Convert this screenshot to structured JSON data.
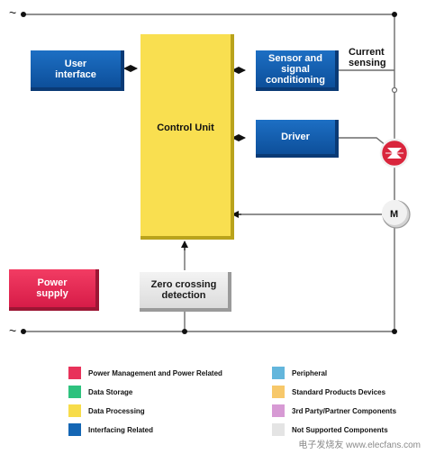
{
  "diagram": {
    "blocks": {
      "user_interface": "User\ninterface",
      "control_unit": "Control Unit",
      "sensor": "Sensor and\nsignal\nconditioning",
      "driver": "Driver",
      "zero_crossing": "Zero crossing\ndetection",
      "power_supply": "Power\nsupply"
    },
    "labels": {
      "current_sensing": "Current\nsensing",
      "motor": "M",
      "ac_top": "~",
      "ac_bottom": "~"
    }
  },
  "legend": [
    {
      "label": "Power Management and Power Related",
      "color": "#e8325a"
    },
    {
      "label": "Peripheral",
      "color": "#63b6dc"
    },
    {
      "label": "Data Storage",
      "color": "#2ec27e"
    },
    {
      "label": "Standard Products Devices",
      "color": "#f7c86a"
    },
    {
      "label": "Data Processing",
      "color": "#f7dc4a"
    },
    {
      "label": "3rd Party/Partner Components",
      "color": "#d79ad4"
    },
    {
      "label": "Interfacing Related",
      "color": "#1466b4"
    },
    {
      "label": "Not Supported Components",
      "color": "#e4e4e4"
    }
  ],
  "watermark": "电子发烧友 www.elecfans.com",
  "colors": {
    "interfacing": "#1466b4",
    "data_processing": "#f7dc4a",
    "power": "#e8325a",
    "line": "#6b6b6b"
  }
}
